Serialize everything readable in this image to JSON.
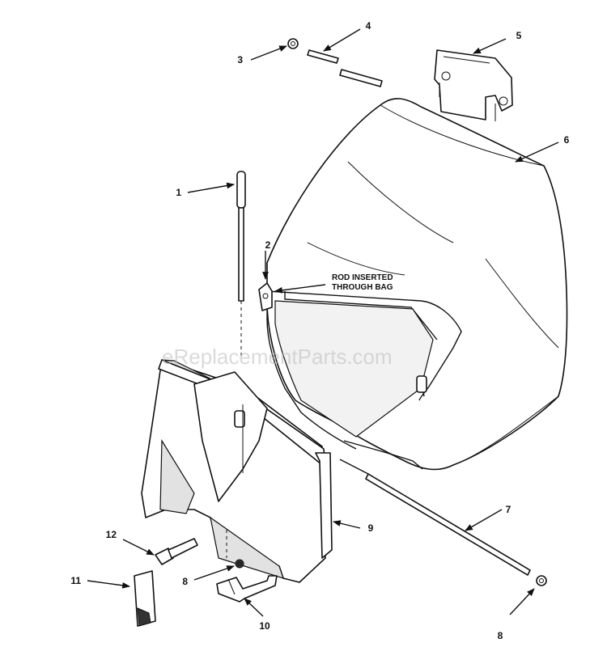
{
  "callouts": {
    "c1": "1",
    "c2": "2",
    "c3": "3",
    "c4": "4",
    "c5": "5",
    "c6": "6",
    "c7": "7",
    "c8a": "8",
    "c8b": "8",
    "c9": "9",
    "c10": "10",
    "c11": "11",
    "c12": "12"
  },
  "note": {
    "line1": "ROD INSERTED",
    "line2": "THROUGH BAG"
  },
  "watermark": "eReplacementParts.com"
}
